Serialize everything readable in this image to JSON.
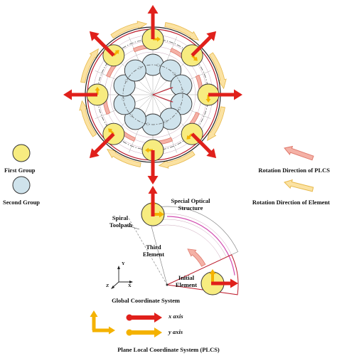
{
  "legend": {
    "first_group": "First Group",
    "second_group": "Second Group",
    "rotation_plcs": "Rotation Direction of PLCS",
    "rotation_element": "Rotation Direction of Element"
  },
  "detail": {
    "special_optical_structure_1": "Special Optical",
    "special_optical_structure_2": "Structure",
    "spiral_toolpath_1": "Spiral",
    "spiral_toolpath_2": "Toolpath",
    "third_element_1": "Third",
    "third_element_2": "Element",
    "initial_element_1": "Initial",
    "initial_element_2": "Element"
  },
  "gcs": {
    "title": "Global Coordinate System",
    "axis_y": "Y",
    "axis_x": "X",
    "axis_z": "Z"
  },
  "plcs": {
    "x_axis": "x axis",
    "y_axis": "y axis",
    "title": "Plane Local Coordinate System (PLCS)"
  },
  "colors": {
    "first_group_fill": "#f7ec80",
    "second_group_fill": "#cfe3ec",
    "red_arrow": "#e0201b",
    "yellow_arrow": "#f4b200",
    "rotation_arrow": "#f4b1a6",
    "element_arrow": "#fbe2a2",
    "outline_circle": "#bf1e2e",
    "magenta_arc": "#d14bb0"
  }
}
